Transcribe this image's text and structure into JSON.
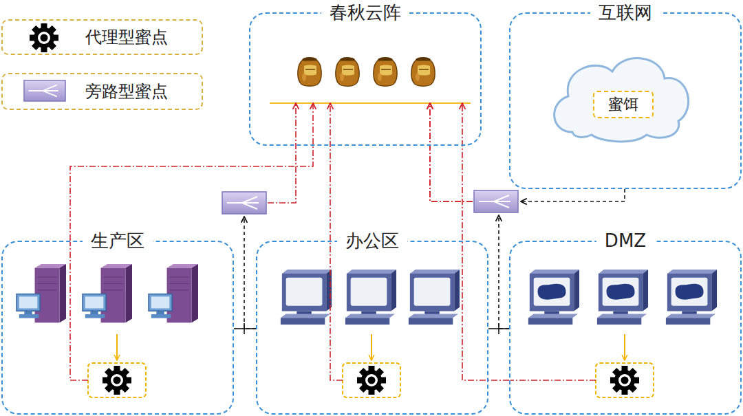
{
  "diagram": {
    "nodes": [
      {
        "text": [
          "春秋云阵"
        ]
      },
      {
        "text": [
          "互联网"
        ]
      },
      {
        "text": [
          "蜜饵"
        ],
        "in": 1
      },
      {
        "text": [
          "生产区"
        ]
      },
      {
        "text": [
          "办公区"
        ]
      },
      {
        "text": [
          "DMZ"
        ]
      }
    ],
    "edges": [
      {
        "from": 3,
        "to": 0,
        "arrow": "to"
      },
      {
        "from": 4,
        "to": 0,
        "arrow": "to"
      },
      {
        "from": 4,
        "to": 0,
        "arrow": "to"
      },
      {
        "from": 5,
        "to": 0,
        "arrow": "to"
      },
      {
        "from": 5,
        "to": 0,
        "arrow": "to"
      },
      {
        "from": 1,
        "to": 0,
        "arrow": "to"
      }
    ],
    "legend": [
      {
        "text": "代理型蜜点"
      },
      {
        "text": "旁路型蜜点"
      }
    ]
  }
}
